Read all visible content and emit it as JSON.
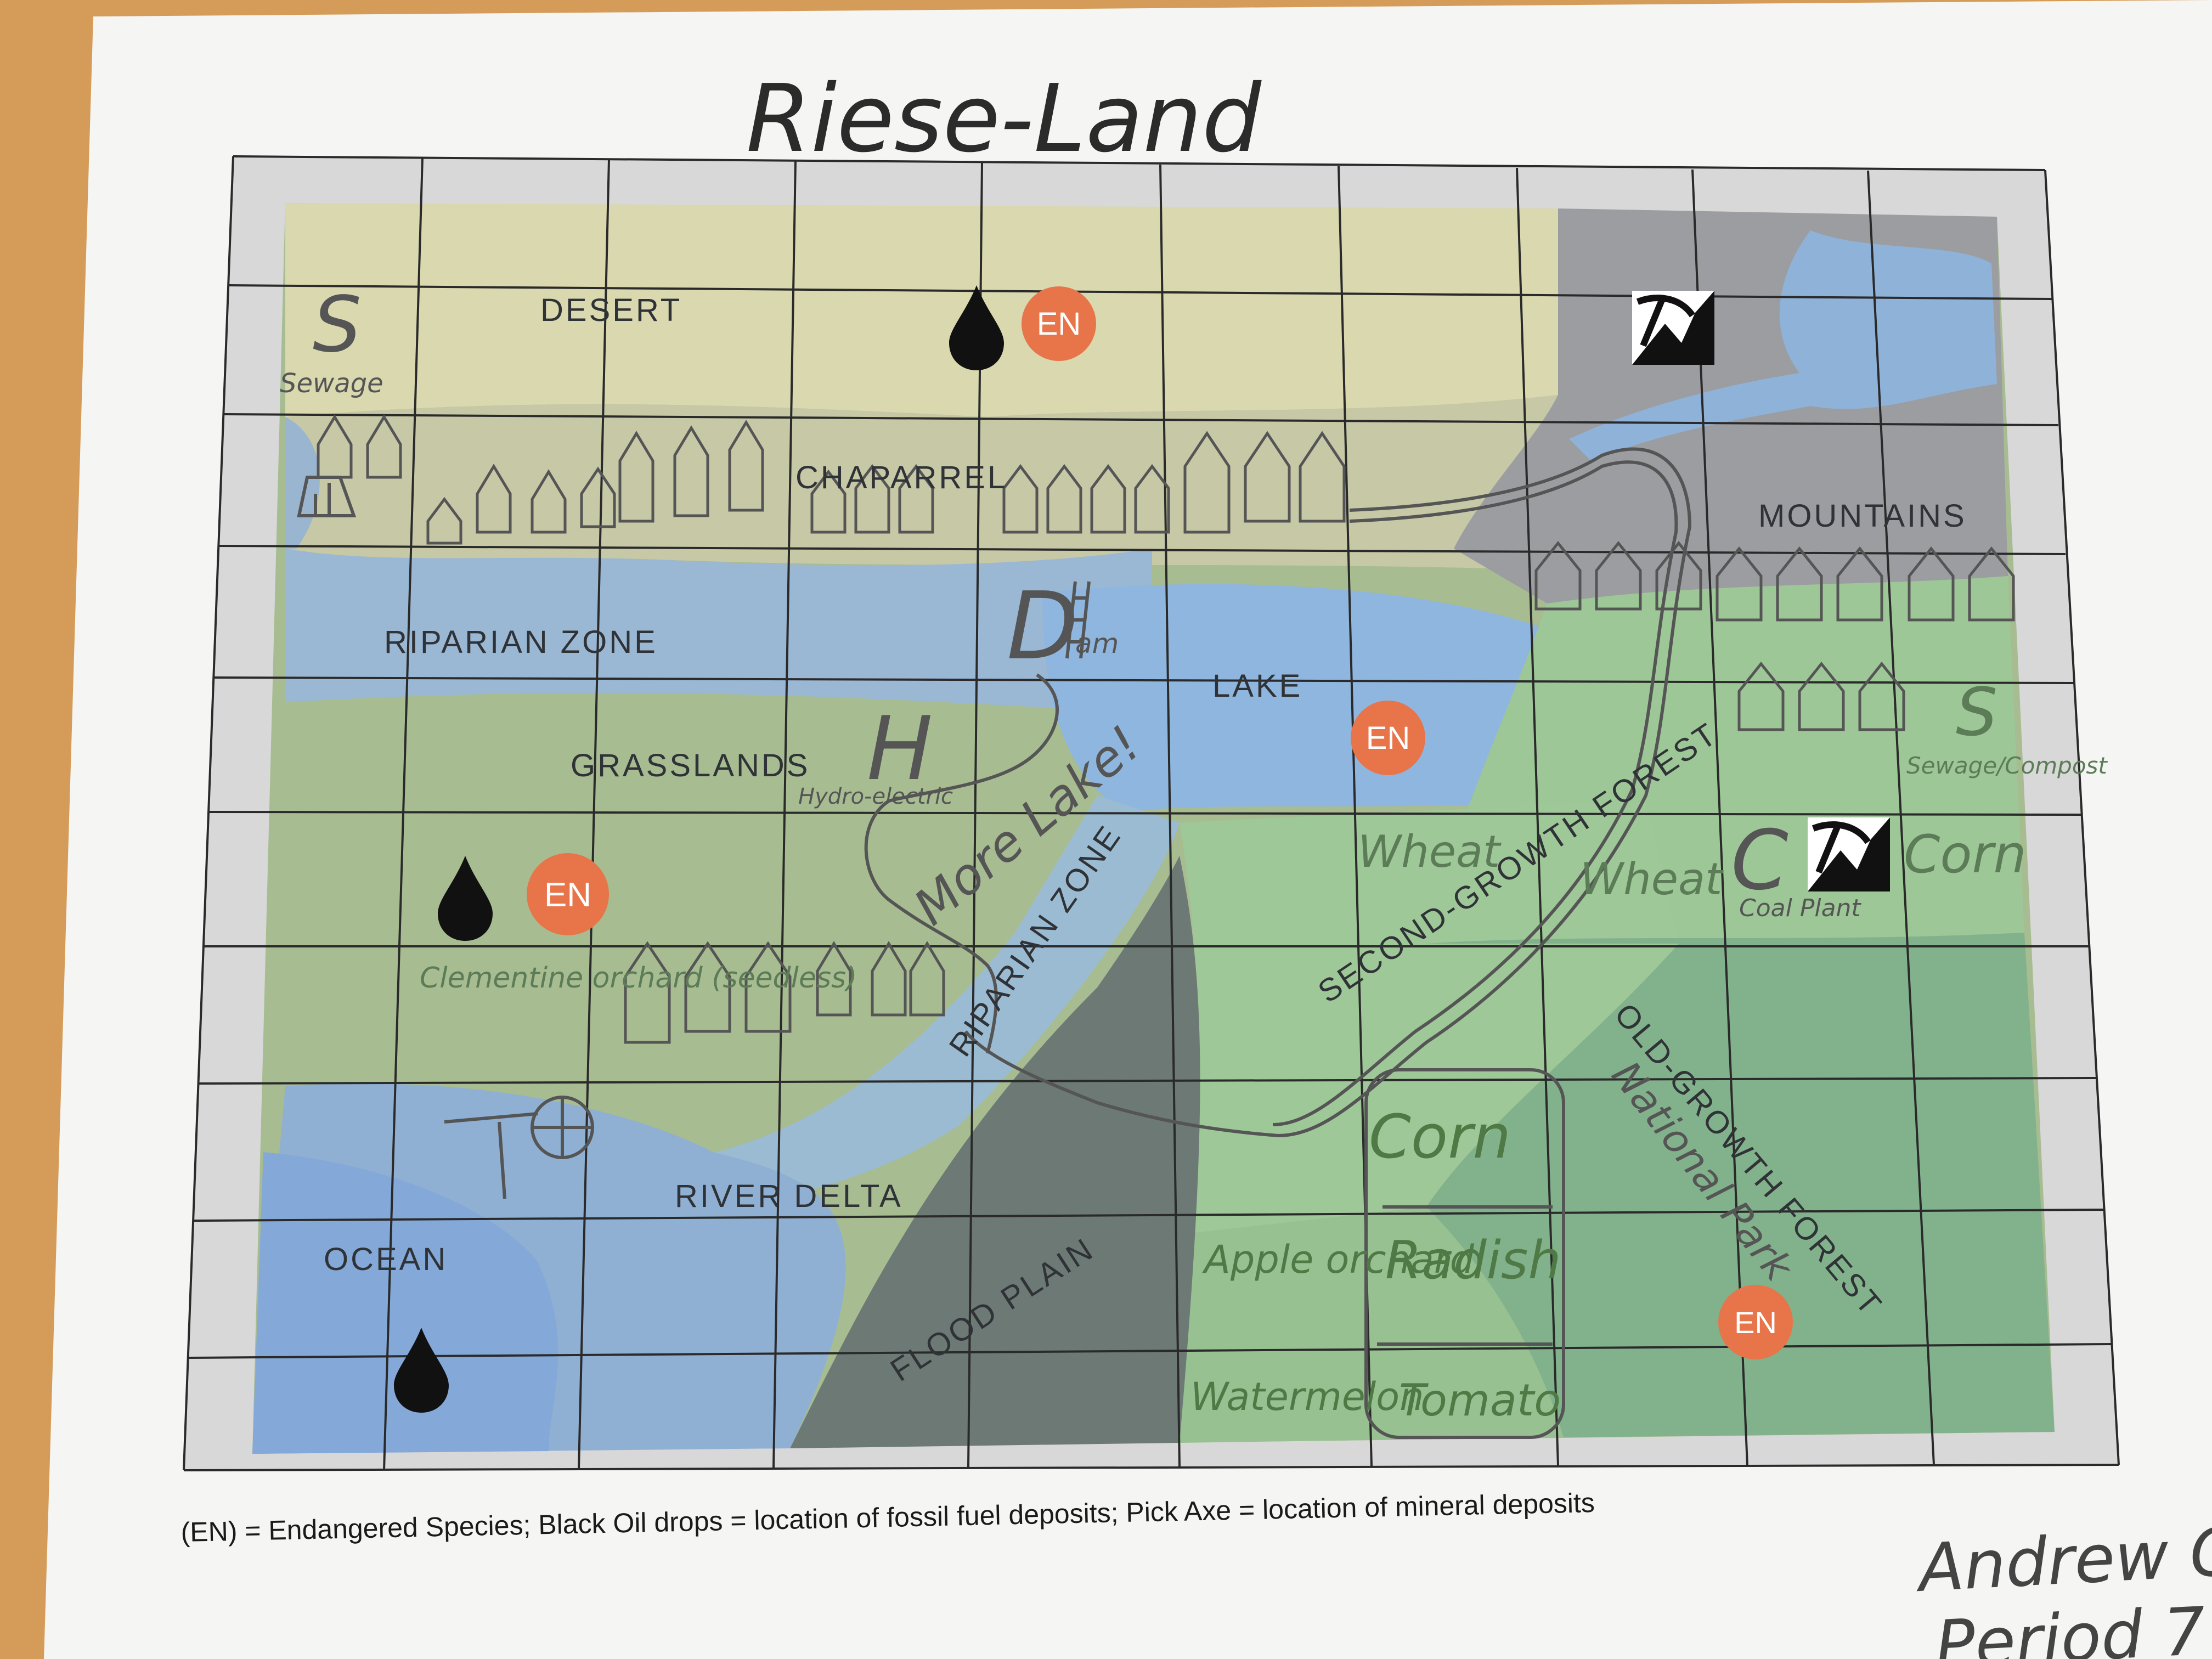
{
  "page": {
    "title": "Riese-Land",
    "author_line1": "Andrew Glo",
    "author_line2": "Period 7"
  },
  "legend": {
    "text": "(EN) = Endangered Species; Black Oil drops = location of fossil fuel deposits; Pick Axe = location of mineral deposits"
  },
  "regions": {
    "desert": "DESERT",
    "chaparrel": "CHAPARREL",
    "riparian_north": "RIPARIAN ZONE",
    "lake": "LAKE",
    "grasslands": "GRASSLANDS",
    "mountains": "MOUNTAINS",
    "riparian_south": "RIPARIAN ZONE",
    "second_growth": "SECOND-GROWTH FOREST",
    "river_delta": "RIVER DELTA",
    "ocean": "OCEAN",
    "flood_plain": "FLOOD PLAIN",
    "old_growth": "OLD-GROWTH FOREST"
  },
  "annotations": {
    "sewage_letter": "S",
    "sewage_label": "Sewage",
    "dam_letter": "D",
    "dam_suffix": "am",
    "hydro_letter": "H",
    "hydro_label": "Hydro-electric",
    "more_lake": "More Lake!",
    "sewage_compost_letter": "S",
    "sewage_compost_label": "Sewage/Compost",
    "wheat_1": "Wheat",
    "wheat_2": "Wheat",
    "coal_letter": "C",
    "coal_label": "Coal Plant",
    "corn_east": "Corn",
    "clementine": "Clementine orchard (seedless)",
    "apple": "Apple orchard",
    "watermelon": "Watermelon",
    "corn_field": "Corn",
    "radish": "Radish",
    "tomato": "Tomato",
    "national_park": "National Park"
  },
  "markers": {
    "en_label": "EN",
    "en_color": "#e8744a",
    "oil_color": "#111111"
  },
  "colors": {
    "paper": "#f4f4f2",
    "grid": "#2a2a2a",
    "desert": "#d9d9b0",
    "chaparral": "#c9ccab",
    "water": "#8eb6dc",
    "grass": "#a9bf94",
    "mountain": "#9ea0a3",
    "forest": "#96c190",
    "flood": "#6d7a76",
    "old_growth": "#7fb28a",
    "pencil": "#555555",
    "green_pencil": "#4f7a46"
  }
}
